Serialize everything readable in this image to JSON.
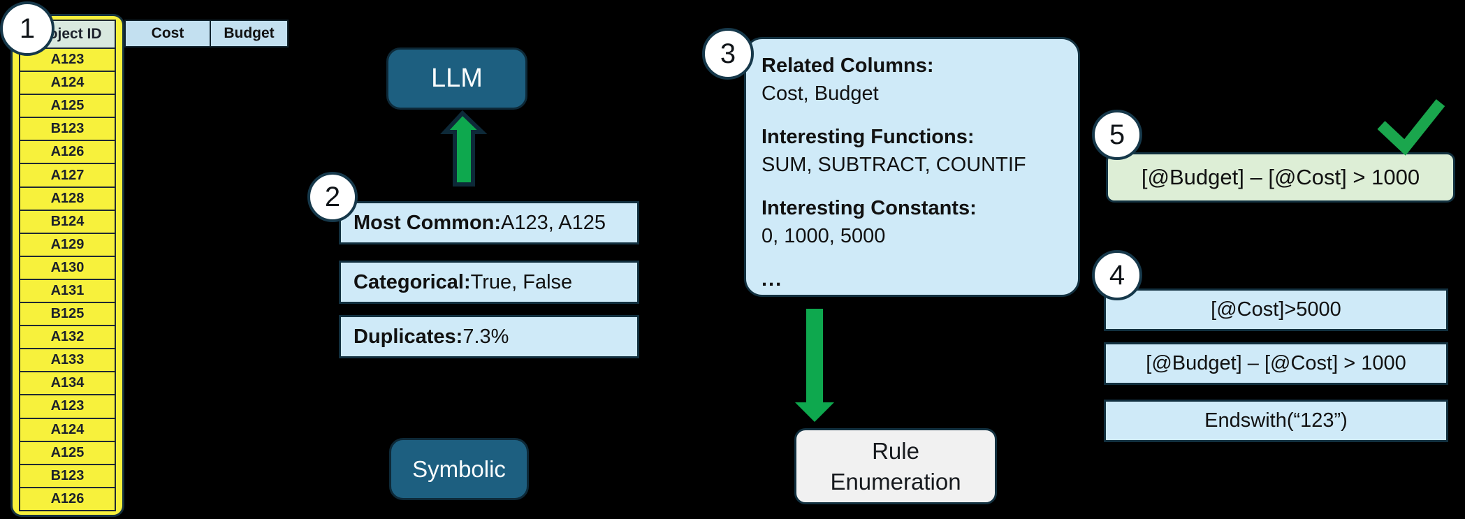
{
  "table": {
    "id_header": "Project ID",
    "cost_header": "Cost",
    "budget_header": "Budget",
    "rows": [
      "A123",
      "A124",
      "A125",
      "B123",
      "A126",
      "A127",
      "A128",
      "B124",
      "A129",
      "A130",
      "A131",
      "B125",
      "A132",
      "A133",
      "A134",
      "A123",
      "A124",
      "A125",
      "B123",
      "A126"
    ]
  },
  "badges": [
    "1",
    "2",
    "3",
    "4",
    "5"
  ],
  "llm_label": "LLM",
  "symbolic_label": "Symbolic",
  "stats": [
    {
      "label": "Most Common:",
      "value": "A123, A125"
    },
    {
      "label": "Categorical:",
      "value": "True, False"
    },
    {
      "label": "Duplicates:",
      "value": "7.3%"
    }
  ],
  "context_box": {
    "sections": [
      {
        "label": "Related Columns:",
        "value": "Cost, Budget"
      },
      {
        "label": "Interesting Functions:",
        "value": "SUM, SUBTRACT, COUNTIF"
      },
      {
        "label": "Interesting Constants:",
        "value": "0, 1000, 5000"
      }
    ],
    "ellipsis": "..."
  },
  "rule_enumeration_label": "Rule Enumeration",
  "candidate_rules": [
    "[@Cost]>5000",
    "[@Budget] – [@Cost] > 1000",
    "Endswith(“123”)"
  ],
  "selected_rule": "[@Budget] – [@Cost] > 1000",
  "icons": {
    "check": "check-icon",
    "up_arrow": "up-arrow-icon",
    "down_arrow": "down-arrow-icon"
  },
  "colors": {
    "background": "#000000",
    "highlight_yellow": "#F7F13C",
    "header_green": "#D9E9DF",
    "light_blue": "#CFEAF8",
    "header_blue": "#C3E0F0",
    "teal": "#1D5F80",
    "navy_border": "#12303F",
    "green": "#0EA84E",
    "light_green": "#DDEED6",
    "gray_box": "#F1F1F1"
  }
}
